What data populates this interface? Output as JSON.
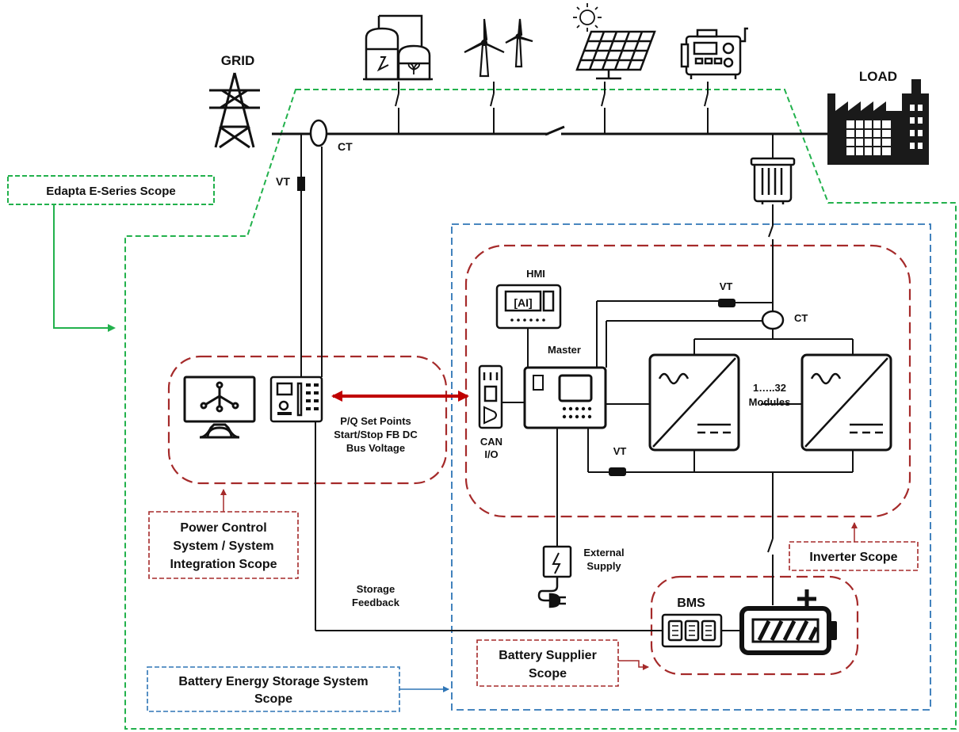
{
  "labels": {
    "grid": "GRID",
    "load": "LOAD",
    "ct_grid": "CT",
    "vt_grid": "VT",
    "hmi": "HMI",
    "master": "Master",
    "vt_top": "VT",
    "ct_right": "CT",
    "modules_1": "1…..32",
    "modules_2": "Modules",
    "vt_bottom": "VT",
    "can_1": "CAN",
    "can_2": "I/O",
    "pq_1": "P/Q Set Points",
    "pq_2": "Start/Stop FB DC",
    "pq_3": "Bus Voltage",
    "ext_1": "External",
    "ext_2": "Supply",
    "storage_1": "Storage",
    "storage_2": "Feedback",
    "bms": "BMS"
  },
  "scopes": {
    "edapta": "Edapta E-Series Scope",
    "pcs_1": "Power Control",
    "pcs_2": "System / System",
    "pcs_3": "Integration Scope",
    "inverter": "Inverter Scope",
    "battery_supplier_1": "Battery Supplier",
    "battery_supplier_2": "Scope",
    "bess_1": "Battery Energy Storage System",
    "bess_2": "Scope"
  },
  "icons": [
    "transmission-tower-icon",
    "biogas-plant-icon",
    "wind-turbine-icon",
    "solar-panel-icon",
    "generator-icon",
    "factory-icon",
    "transformer-icon",
    "hmi-panel-icon",
    "scada-monitor-icon",
    "controller-icon",
    "can-io-module-icon",
    "master-controller-icon",
    "inverter-module-icon",
    "power-supply-icon",
    "plug-icon",
    "bms-icon",
    "battery-icon",
    "sun-icon"
  ],
  "colors": {
    "edapta_scope": "#22b14c",
    "bess_scope": "#2e75b6",
    "red_scope": "#a52a2a",
    "signal_link": "#c00000",
    "line": "#111111"
  }
}
